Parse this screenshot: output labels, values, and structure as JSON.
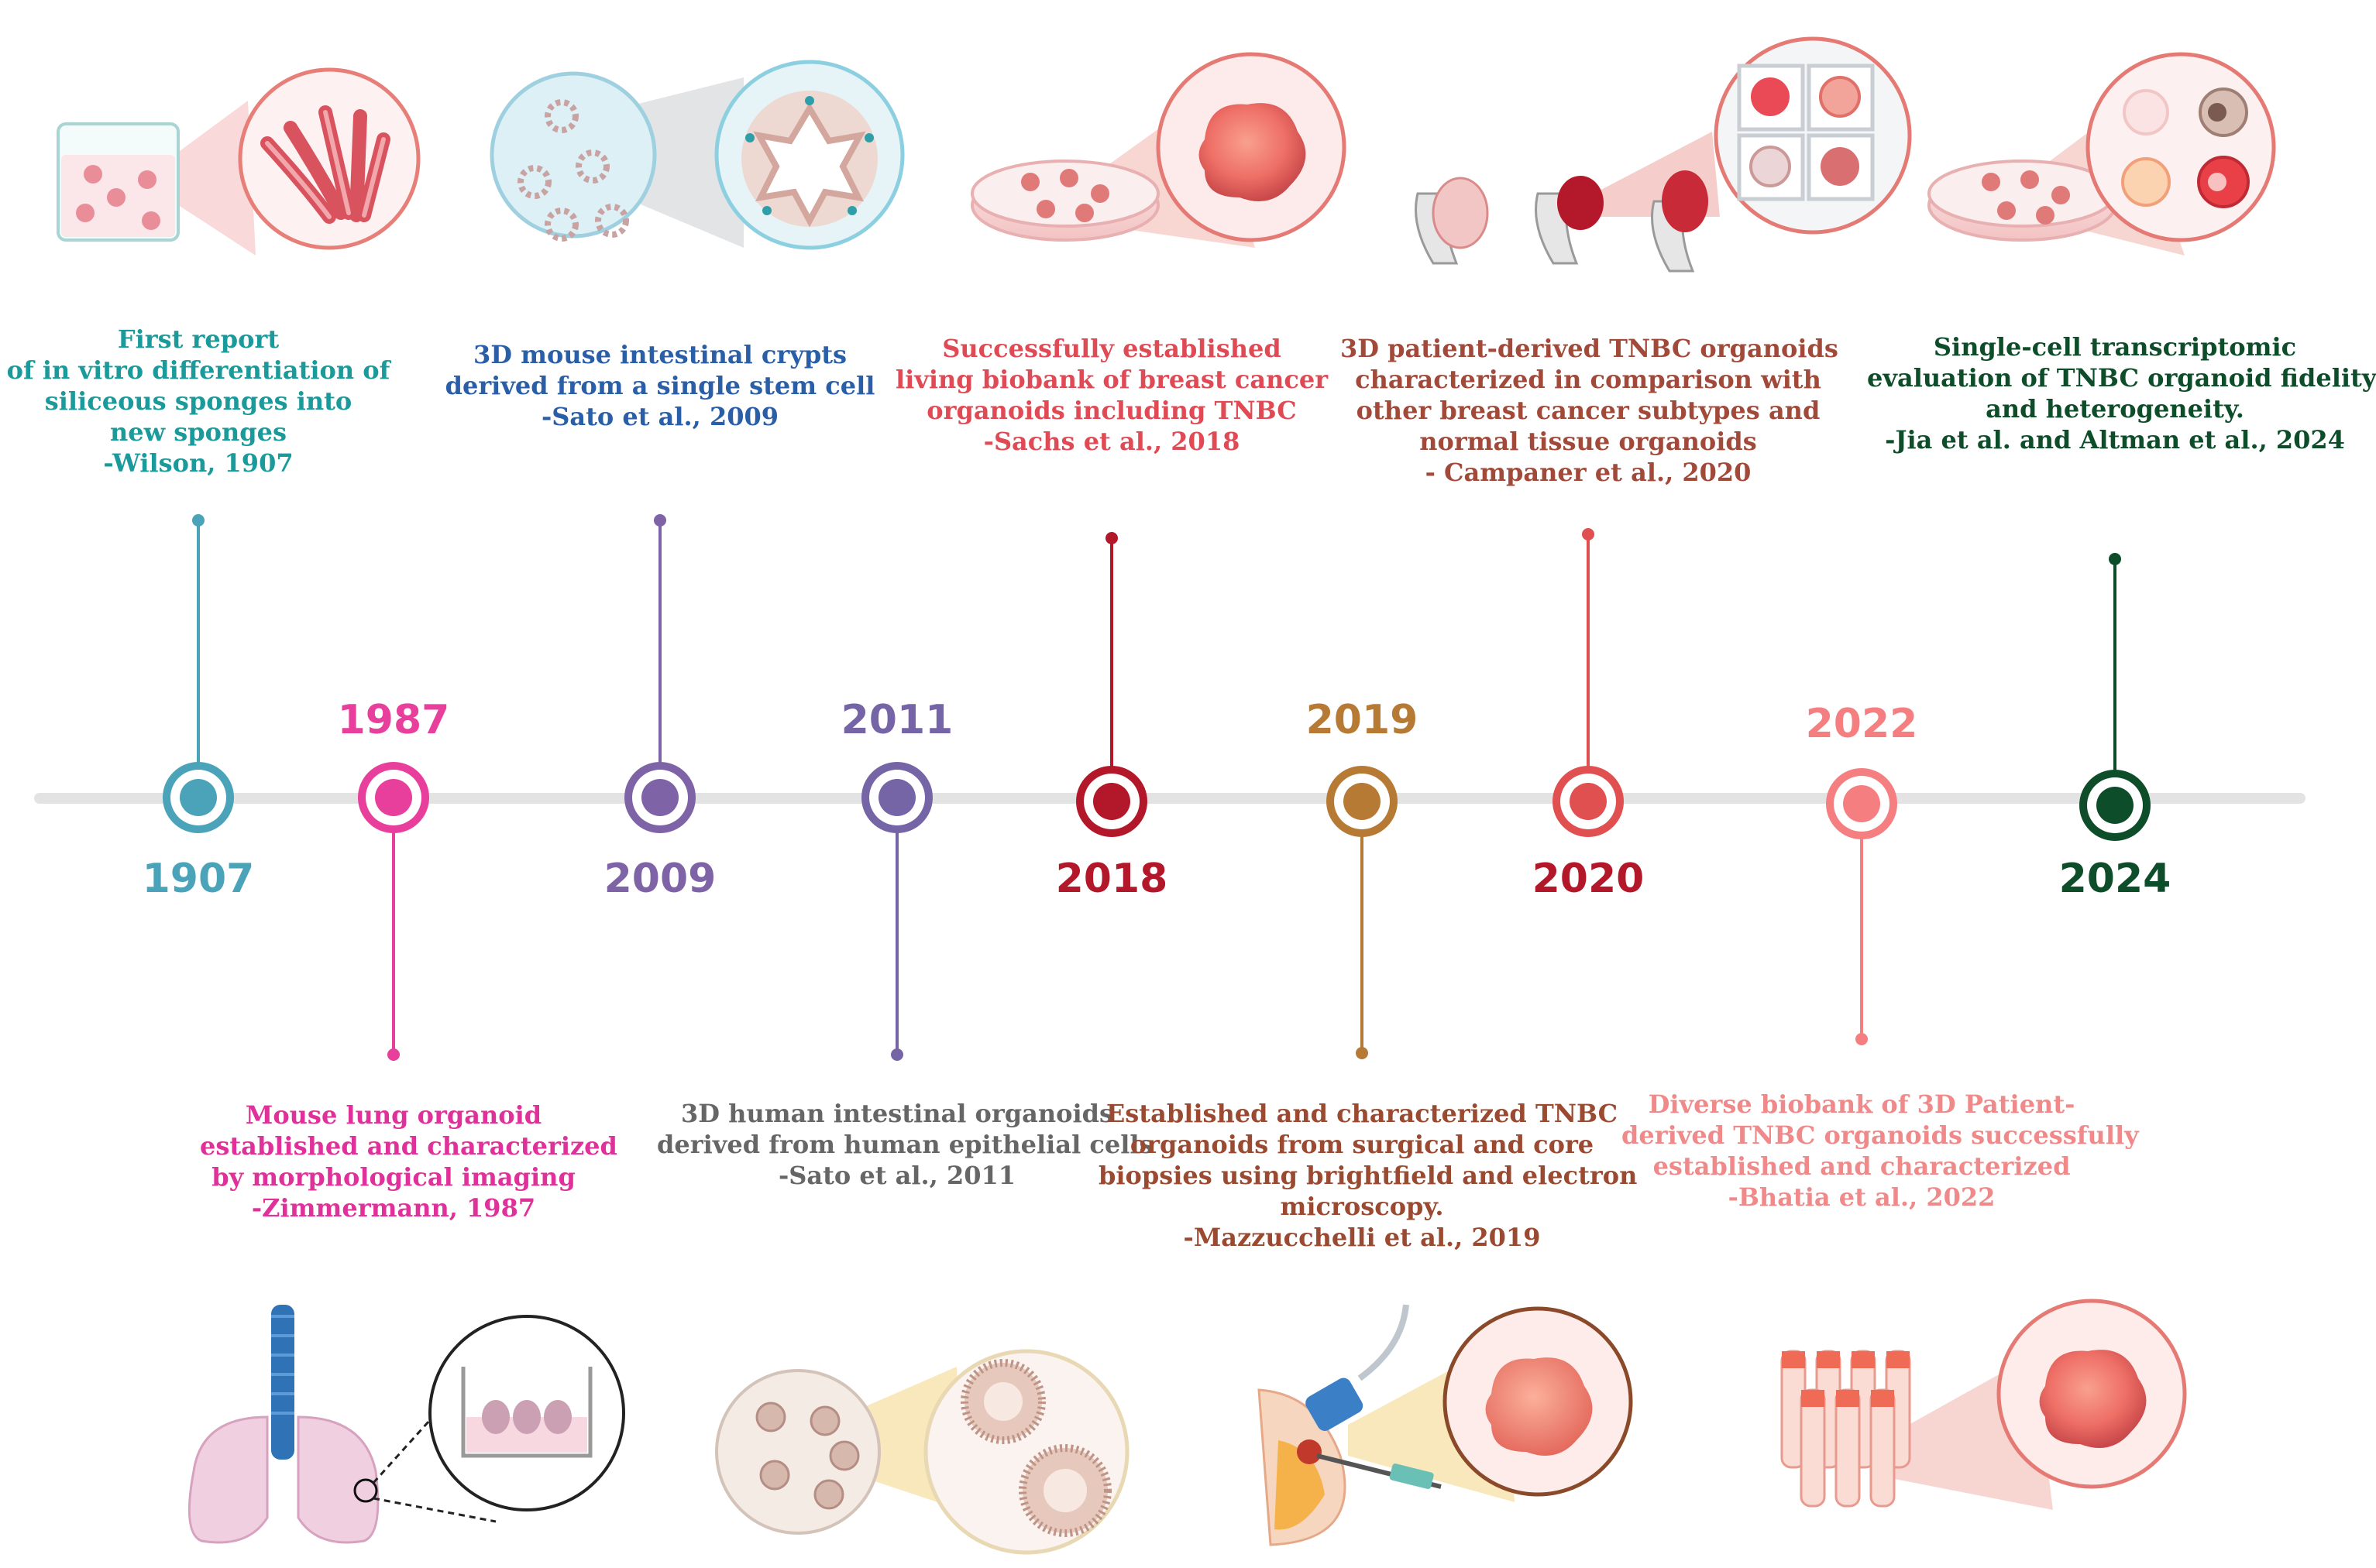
{
  "timeline": {
    "milestones": [
      {
        "year": "1907",
        "color": "#4aa3b8",
        "caption_color": "#1a9a9a",
        "position": "above",
        "lines": [
          "First report",
          "of in vitro differentiation of",
          "siliceous sponges into",
          "new sponges",
          "-Wilson, 1907"
        ]
      },
      {
        "year": "1987",
        "color": "#e83e9c",
        "caption_color": "#e0309a",
        "position": "below",
        "lines": [
          "Mouse lung organoid",
          "established and characterized",
          "by morphological imaging",
          "-Zimmermann, 1987"
        ]
      },
      {
        "year": "2009",
        "color": "#7e63a6",
        "caption_color": "#2a5fa8",
        "position": "above",
        "lines": [
          "3D mouse intestinal crypts",
          "derived from a single stem cell",
          "-Sato et al., 2009"
        ]
      },
      {
        "year": "2011",
        "color": "#7565a6",
        "caption_color": "#666666",
        "position": "below",
        "lines": [
          "3D human intestinal organoids",
          "derived from human epithelial cells",
          "-Sato et al., 2011"
        ]
      },
      {
        "year": "2018",
        "color": "#b3172a",
        "caption_color": "#e04a55",
        "position": "above",
        "lines": [
          "Successfully established",
          "living biobank of breast cancer",
          "organoids including TNBC",
          "-Sachs et al., 2018"
        ]
      },
      {
        "year": "2019",
        "color": "#b77a35",
        "caption_color": "#9a4a30",
        "position": "below",
        "lines": [
          "Established and characterized TNBC",
          "organoids from surgical and core",
          "biopsies using brightfield and electron",
          "microscopy.",
          "-Mazzucchelli et al., 2019"
        ]
      },
      {
        "year": "2020",
        "color": "#e05050",
        "caption_color": "#a24a3a",
        "position": "above",
        "lines": [
          "3D patient-derived TNBC organoids",
          "characterized in comparison with",
          "other breast cancer subtypes and",
          "normal tissue organoids",
          "- Campaner et al., 2020"
        ]
      },
      {
        "year": "2022",
        "color": "#f47e80",
        "caption_color": "#f08a8a",
        "position": "below",
        "lines": [
          "Diverse biobank of 3D Patient-",
          "derived TNBC organoids successfully",
          "established and characterized",
          "-Bhatia et al., 2022"
        ]
      },
      {
        "year": "2024",
        "color": "#0e4d2a",
        "caption_color": "#0e4d2a",
        "position": "above",
        "lines": [
          "Single-cell transcriptomic",
          "evaluation of TNBC organoid fidelity",
          "and heterogeneity.",
          "-Jia et al. and Altman et al., 2024"
        ]
      }
    ]
  }
}
